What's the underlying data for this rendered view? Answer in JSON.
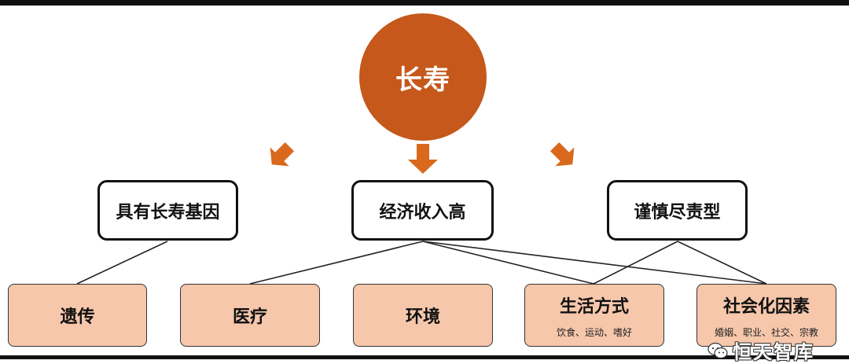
{
  "diagram": {
    "center": "长寿",
    "categories": [
      "具有长寿基因",
      "经济收入高",
      "谨慎尽责型"
    ],
    "factors": [
      {
        "label": "遗传",
        "detail": ""
      },
      {
        "label": "医疗",
        "detail": ""
      },
      {
        "label": "环境",
        "detail": ""
      },
      {
        "label": "生活方式",
        "detail": "饮食、运动、嗜好"
      },
      {
        "label": "社会化因素",
        "detail": "婚姻、职业、社交、宗教"
      }
    ]
  },
  "watermark": "恒天智库",
  "colors": {
    "center_fill": "#c5581a",
    "arrow_fill": "#d9691d",
    "factor_fill": "#f6c7ab"
  }
}
